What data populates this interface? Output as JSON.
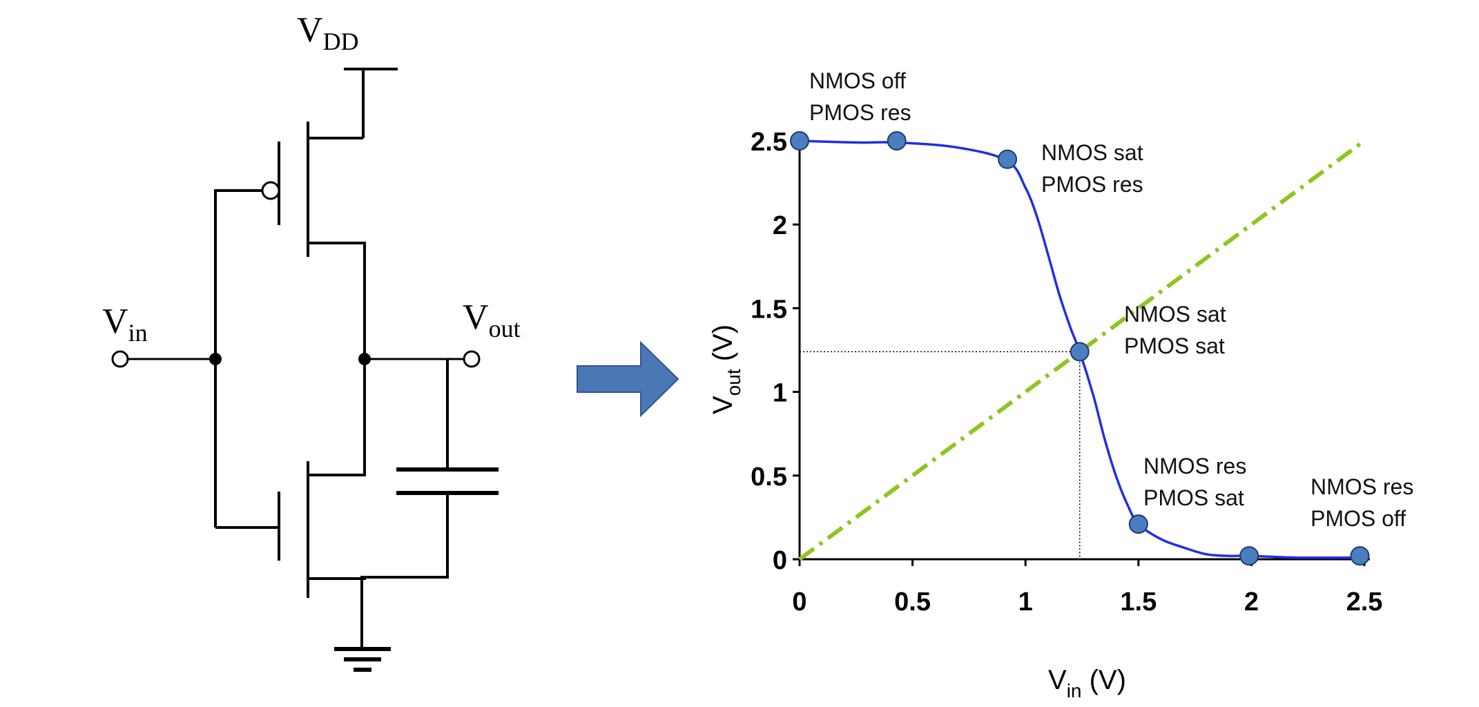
{
  "circuit": {
    "vdd_main": "V",
    "vdd_sub": "DD",
    "vin_main": "V",
    "vin_sub": "in",
    "vout_main": "V",
    "vout_sub": "out"
  },
  "arrow": {
    "color": "#4a78b5",
    "border": "#2f5590"
  },
  "chart_data": {
    "type": "line",
    "x_ticks": [
      "0",
      "0.5",
      "1",
      "1.5",
      "2",
      "2.5"
    ],
    "y_ticks": [
      "0",
      "0.5",
      "1",
      "1.5",
      "2",
      "2.5"
    ],
    "xlim": [
      0,
      2.5
    ],
    "ylim": [
      0,
      2.5
    ],
    "xlabel_main": "V",
    "xlabel_sub": "in",
    "xlabel_unit": " (V)",
    "ylabel_main": "V",
    "ylabel_sub": "out",
    "ylabel_unit": " (V)",
    "grid": false,
    "series": [
      {
        "color": "#1f2ee6",
        "style": "solid",
        "x": [
          0,
          0.25,
          0.43,
          0.7,
          0.92,
          1.0,
          1.05,
          1.1,
          1.15,
          1.2,
          1.24,
          1.3,
          1.35,
          1.4,
          1.45,
          1.5,
          1.6,
          1.7,
          1.8,
          1.9,
          1.99,
          2.2,
          2.48
        ],
        "y": [
          2.5,
          2.49,
          2.49,
          2.46,
          2.38,
          2.22,
          2.05,
          1.82,
          1.58,
          1.38,
          1.24,
          0.98,
          0.72,
          0.5,
          0.33,
          0.21,
          0.12,
          0.07,
          0.03,
          0.02,
          0.02,
          0.01,
          0.01
        ]
      },
      {
        "color": "#8ec620",
        "style": "dash-dot",
        "x": [
          0,
          2.5
        ],
        "y": [
          0,
          2.5
        ]
      }
    ],
    "points": [
      {
        "x": 0,
        "y": 2.5
      },
      {
        "x": 0.43,
        "y": 2.5
      },
      {
        "x": 0.92,
        "y": 2.39
      },
      {
        "x": 1.24,
        "y": 1.24
      },
      {
        "x": 1.5,
        "y": 0.21
      },
      {
        "x": 1.99,
        "y": 0.02
      },
      {
        "x": 2.48,
        "y": 0.02
      }
    ],
    "point_color": "#4a7ec0",
    "point_stroke": "#1d3a6a",
    "guide": {
      "x": 1.24,
      "y": 1.24
    },
    "annotations": [
      {
        "lines": [
          "NMOS off",
          "PMOS res"
        ]
      },
      {
        "lines": [
          "NMOS sat",
          "PMOS res"
        ]
      },
      {
        "lines": [
          "NMOS sat",
          "PMOS sat"
        ]
      },
      {
        "lines": [
          "NMOS res",
          "PMOS sat"
        ]
      },
      {
        "lines": [
          "NMOS res",
          "PMOS off"
        ]
      }
    ]
  }
}
